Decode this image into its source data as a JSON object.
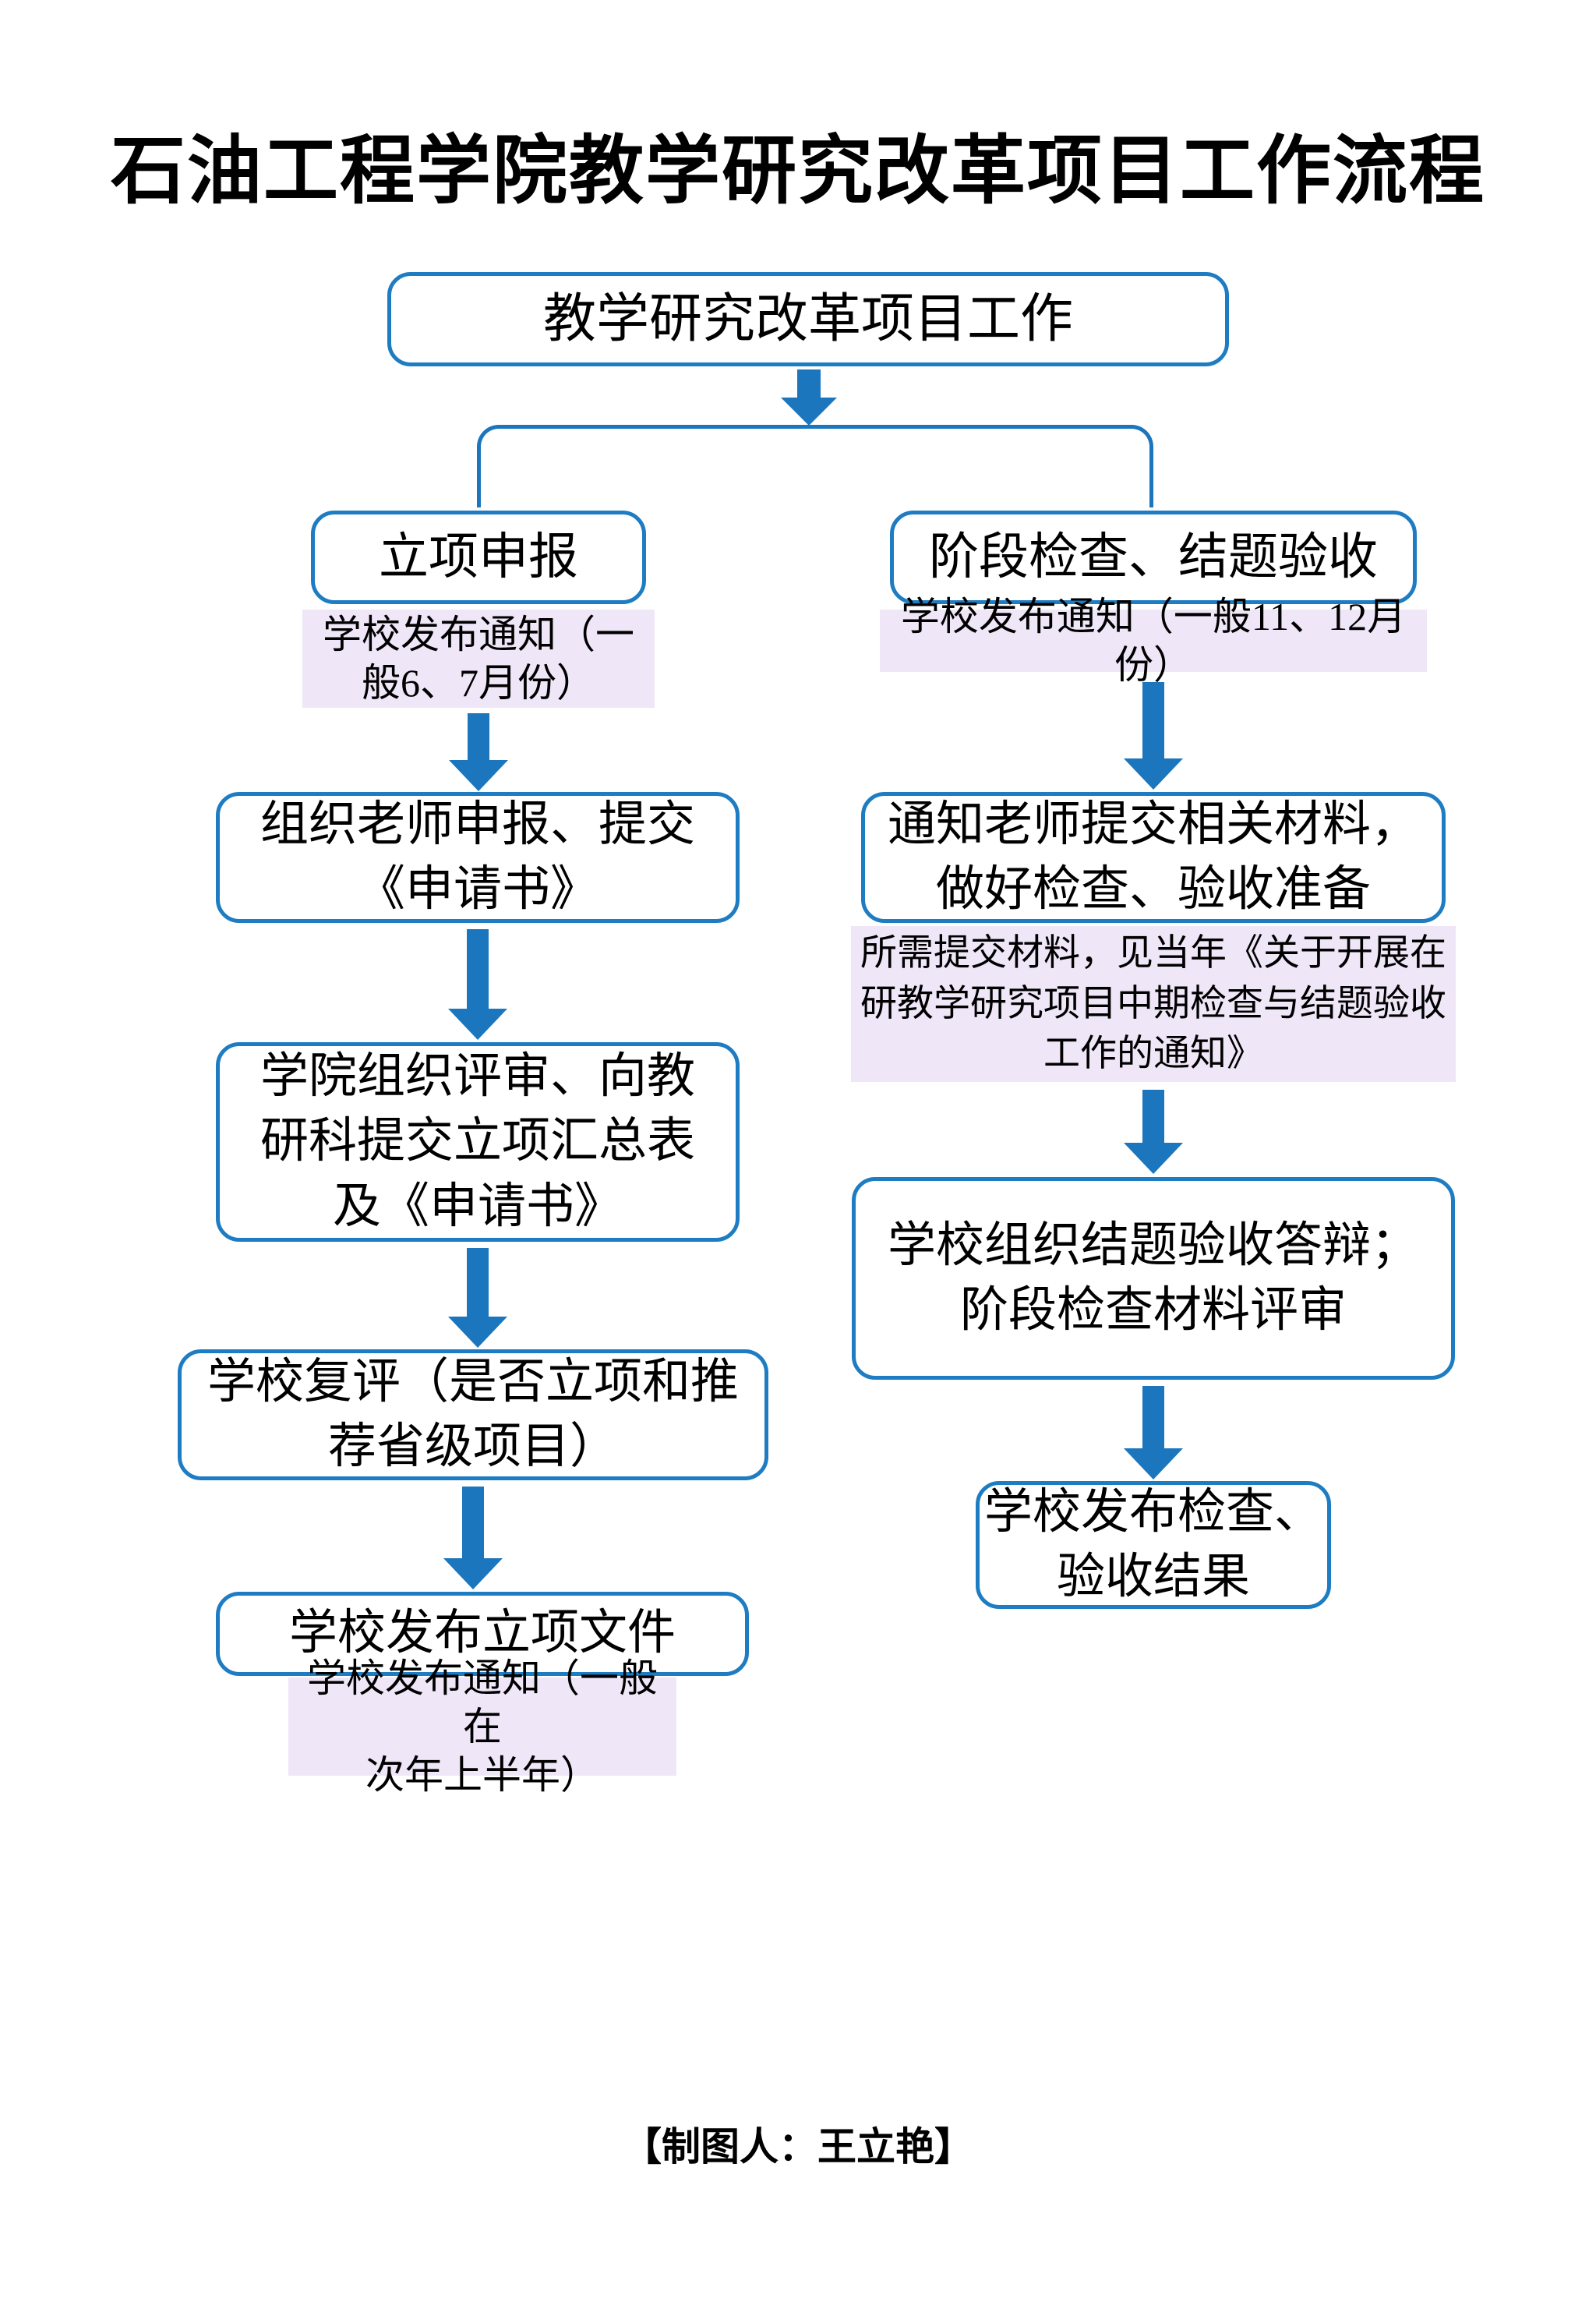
{
  "page": {
    "title": "石油工程学院教学研究改革项目工作流程",
    "footer": "【制图人：王立艳】"
  },
  "colors": {
    "accent_blue": "#1b76bd",
    "box_border": "#1e7cc2",
    "note_bg": "#efe6f7",
    "text": "#000000"
  },
  "flow": {
    "root": "教学研究改革项目工作",
    "left": {
      "header": "立项申报",
      "note_top": "学校发布通知（一\n般6、7月份）",
      "step_submit": "组织老师申报、提交\n《申请书》",
      "step_review": "学院组织评审、向教\n研科提交立项汇总表\n及《申请书》",
      "step_reeval": "学校复评（是否立项和推\n荐省级项目）",
      "step_publish": "学校发布立项文件",
      "note_bottom": "学校发布通知（一般在\n次年上半年）"
    },
    "right": {
      "header": "阶段检查、结题验收",
      "note_top": "学校发布通知（一般11、12月份）",
      "step_notify": "通知老师提交相关材料，\n做好检查、验收准备",
      "note_materials": "所需提交材料，见当年《关于开展在\n研教学研究项目中期检查与结题验收\n工作的通知》",
      "step_defense": "学校组织结题验收答辩；\n阶段检查材料评审",
      "step_result": "学校发布检查、\n验收结果"
    }
  }
}
